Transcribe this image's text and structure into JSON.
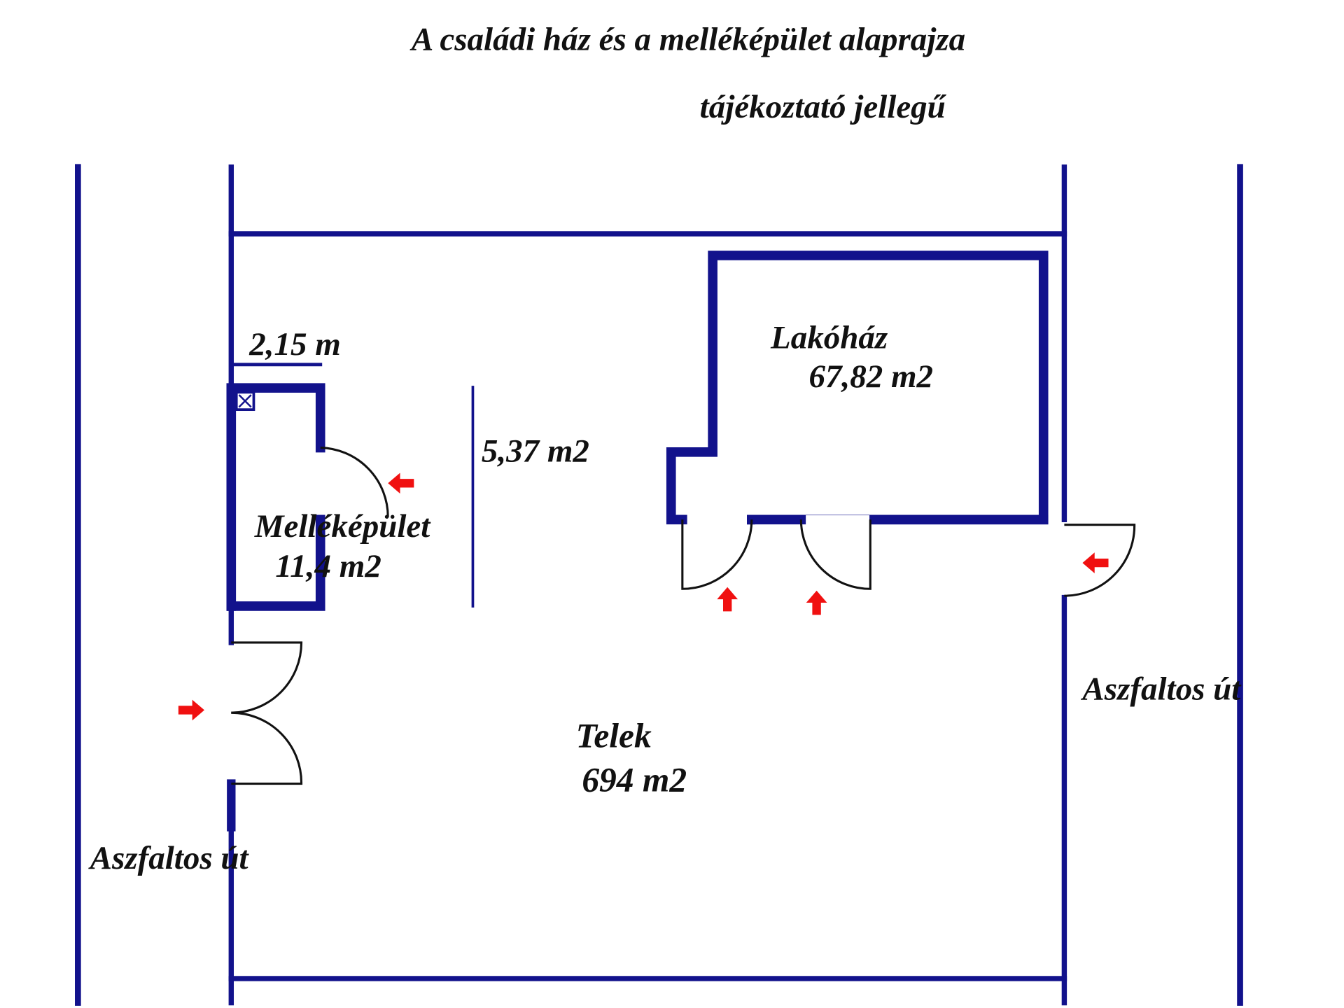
{
  "title": "A családi ház és a melléképület alaprajza",
  "subtitle": "tájékoztató jellegű",
  "labels": {
    "dimension": "2,15 m",
    "yard_area": "5,37 m2",
    "house_name": "Lakóház",
    "house_area": "67,82 m2",
    "outbuilding_name": "Melléképület",
    "outbuilding_area": "11,4 m2",
    "plot_name": "Telek",
    "plot_area": "694 m2",
    "road_left": "Aszfaltos út",
    "road_right": "Aszfaltos út"
  },
  "colors": {
    "wall": "#12128c",
    "arrow": "#f01010"
  }
}
